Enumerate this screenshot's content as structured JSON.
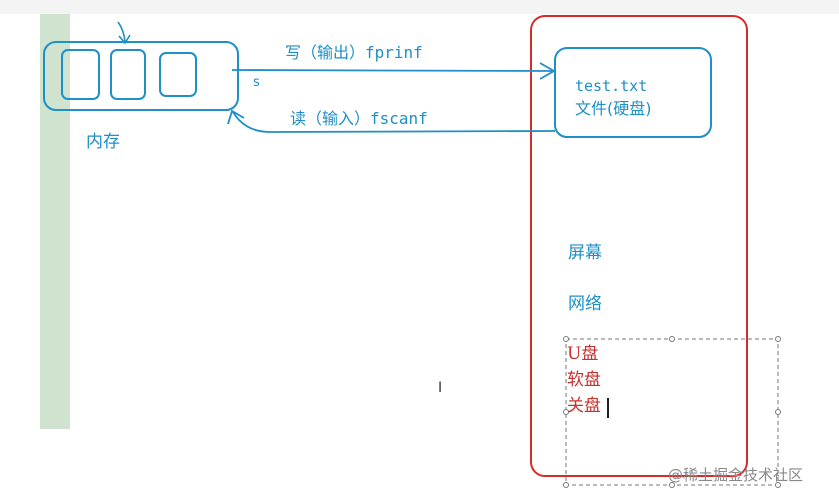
{
  "memory": {
    "label": "内存",
    "var_label": "s"
  },
  "write_arrow": {
    "label": "写（输出）fprinf"
  },
  "read_arrow": {
    "label": "读（输入）fscanf"
  },
  "file_box": {
    "line1": "test.txt",
    "line2": "文件(硬盘)"
  },
  "devices": {
    "screen": "屏幕",
    "network": "网络"
  },
  "textbox_lines": [
    "U盘",
    "软盘",
    "关盘"
  ],
  "watermark": "@稀土掘金技术社区",
  "colors": {
    "blue": "#1e8fc7",
    "red": "#c9302c",
    "green_bar": "#cfe3cf"
  }
}
